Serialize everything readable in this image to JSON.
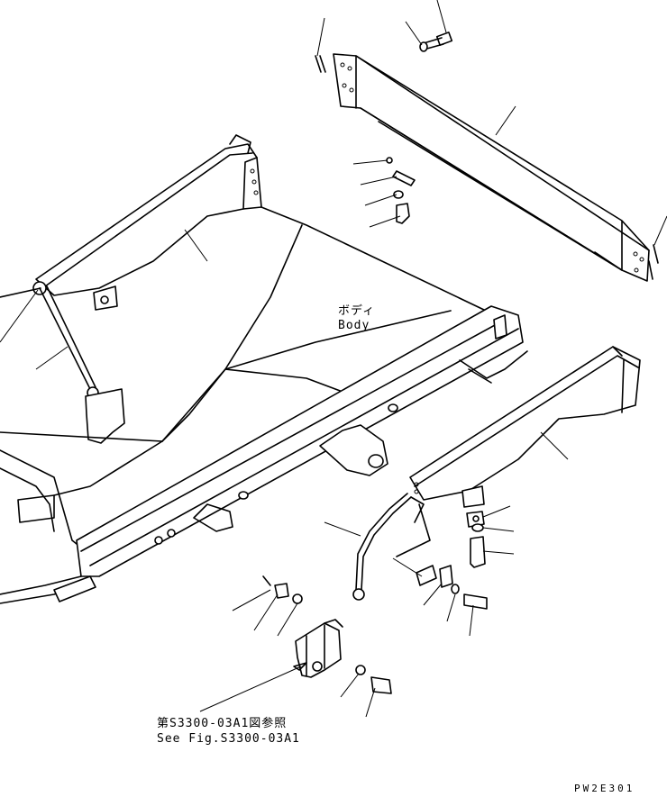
{
  "labels": {
    "body_jp": "ボディ",
    "body_en": "Body",
    "ref_jp": "第S3300-03A1図参照",
    "ref_en": "See Fig.S3300-03A1",
    "drawing_code": "PW2E301"
  }
}
